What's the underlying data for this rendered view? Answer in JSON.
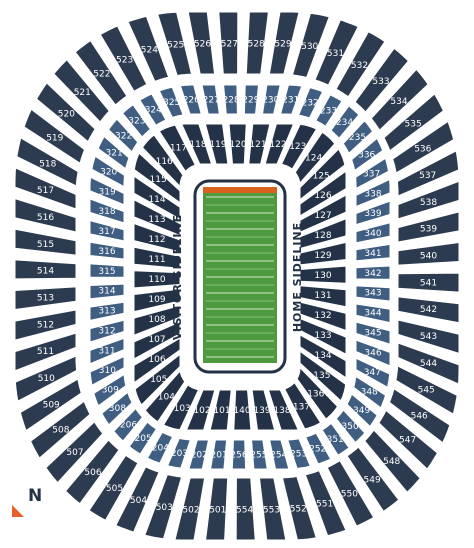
{
  "map": {
    "north_label": "N",
    "visitor_sideline": "VISITOR SIDELINE",
    "home_sideline": "HOME SIDELINE",
    "colors": {
      "lower_bowl": "#233246",
      "club_level": "#3f5e82",
      "upper_deck": "#2c3b4f",
      "field_green": "#4e9a3e",
      "end_zone_top": "#d8611f",
      "compass_arrow": "#e2622a"
    },
    "sections": {
      "upper": [
        "501",
        "502",
        "503",
        "504",
        "505",
        "506",
        "507",
        "508",
        "509",
        "510",
        "511",
        "512",
        "513",
        "514",
        "515",
        "516",
        "517",
        "518",
        "519",
        "520",
        "521",
        "522",
        "523",
        "524",
        "525",
        "526",
        "527",
        "528",
        "529",
        "530",
        "531",
        "532",
        "533",
        "534",
        "535",
        "536",
        "537",
        "538",
        "539",
        "540",
        "541",
        "542",
        "543",
        "544",
        "545",
        "546",
        "547",
        "548",
        "549",
        "550",
        "551",
        "552",
        "553",
        "554"
      ],
      "club": [
        "201",
        "202",
        "203",
        "204",
        "205",
        "206",
        "226",
        "227",
        "228",
        "229",
        "230",
        "231",
        "232",
        "233",
        "234",
        "235",
        "236",
        "237",
        "238",
        "239",
        "240",
        "241",
        "242",
        "243",
        "244",
        "245",
        "246",
        "247",
        "248",
        "249",
        "250",
        "251",
        "252",
        "253",
        "254",
        "255",
        "256",
        "308",
        "309",
        "310",
        "311",
        "312",
        "313",
        "314",
        "315",
        "316",
        "317",
        "318",
        "319",
        "320",
        "321",
        "322",
        "323",
        "324",
        "325",
        "336",
        "337",
        "338",
        "339",
        "340",
        "341",
        "342",
        "343",
        "344",
        "345",
        "346",
        "347",
        "348",
        "349",
        "350",
        "351"
      ],
      "lower": [
        "101",
        "102",
        "103",
        "104",
        "105",
        "106",
        "107",
        "108",
        "109",
        "110",
        "111",
        "112",
        "113",
        "114",
        "115",
        "116",
        "117",
        "118",
        "119",
        "120",
        "121",
        "122",
        "123",
        "124",
        "125",
        "126",
        "127",
        "128",
        "129",
        "130",
        "131",
        "132",
        "133",
        "134",
        "135",
        "136",
        "137",
        "138",
        "139",
        "140"
      ]
    }
  }
}
